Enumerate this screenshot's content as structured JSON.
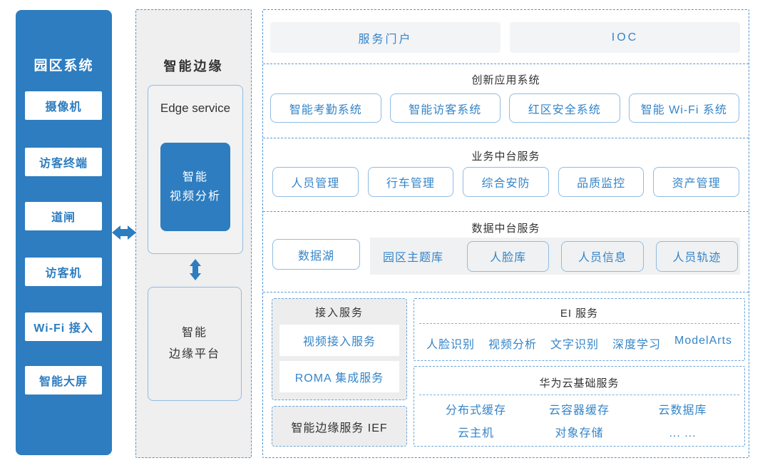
{
  "campus": {
    "title": "园区系统",
    "items": [
      "摄像机",
      "访客终端",
      "道闸",
      "访客机",
      "Wi-Fi 接入",
      "智能大屏"
    ]
  },
  "edge": {
    "title": "智能边缘",
    "service_label": "Edge service",
    "video_line1": "智能",
    "video_line2": "视频分析",
    "platform_line1": "智能",
    "platform_line2": "边缘平台"
  },
  "cloud": {
    "portal_label": "服务门户",
    "ioc_label": "IOC",
    "innovation": {
      "title": "创新应用系统",
      "items": [
        "智能考勤系统",
        "智能访客系统",
        "红区安全系统",
        "智能 Wi-Fi 系统"
      ]
    },
    "business": {
      "title": "业务中台服务",
      "items": [
        "人员管理",
        "行车管理",
        "综合安防",
        "品质监控",
        "资产管理"
      ]
    },
    "data": {
      "title": "数据中台服务",
      "lake": "数据湖",
      "theme_label": "园区主题库",
      "items": [
        "人脸库",
        "人员信息",
        "人员轨迹"
      ]
    },
    "access": {
      "title": "接入服务",
      "items": [
        "视频接入服务",
        "ROMA 集成服务"
      ]
    },
    "ief_label": "智能边缘服务 IEF",
    "ei": {
      "title": "EI 服务",
      "items": [
        "人脸识别",
        "视频分析",
        "文字识别",
        "深度学习",
        "ModelArts"
      ]
    },
    "base": {
      "title": "华为云基础服务",
      "row1": [
        "分布式缓存",
        "云容器缓存",
        "云数据库"
      ],
      "row2": [
        "云主机",
        "对象存储",
        "... ..."
      ]
    }
  },
  "icons": {
    "horizontal_arrow": "horizontal-double-arrow-icon",
    "vertical_arrow": "vertical-double-arrow-icon"
  },
  "colors": {
    "primary_blue": "#2d7dc0",
    "text_blue": "#3585c8",
    "box_border_blue": "#8fbce4",
    "dashed_blue": "#4e94d6",
    "panel_gray": "#efefef",
    "portal_gray": "#f3f4f6",
    "dark_text": "#333333"
  }
}
